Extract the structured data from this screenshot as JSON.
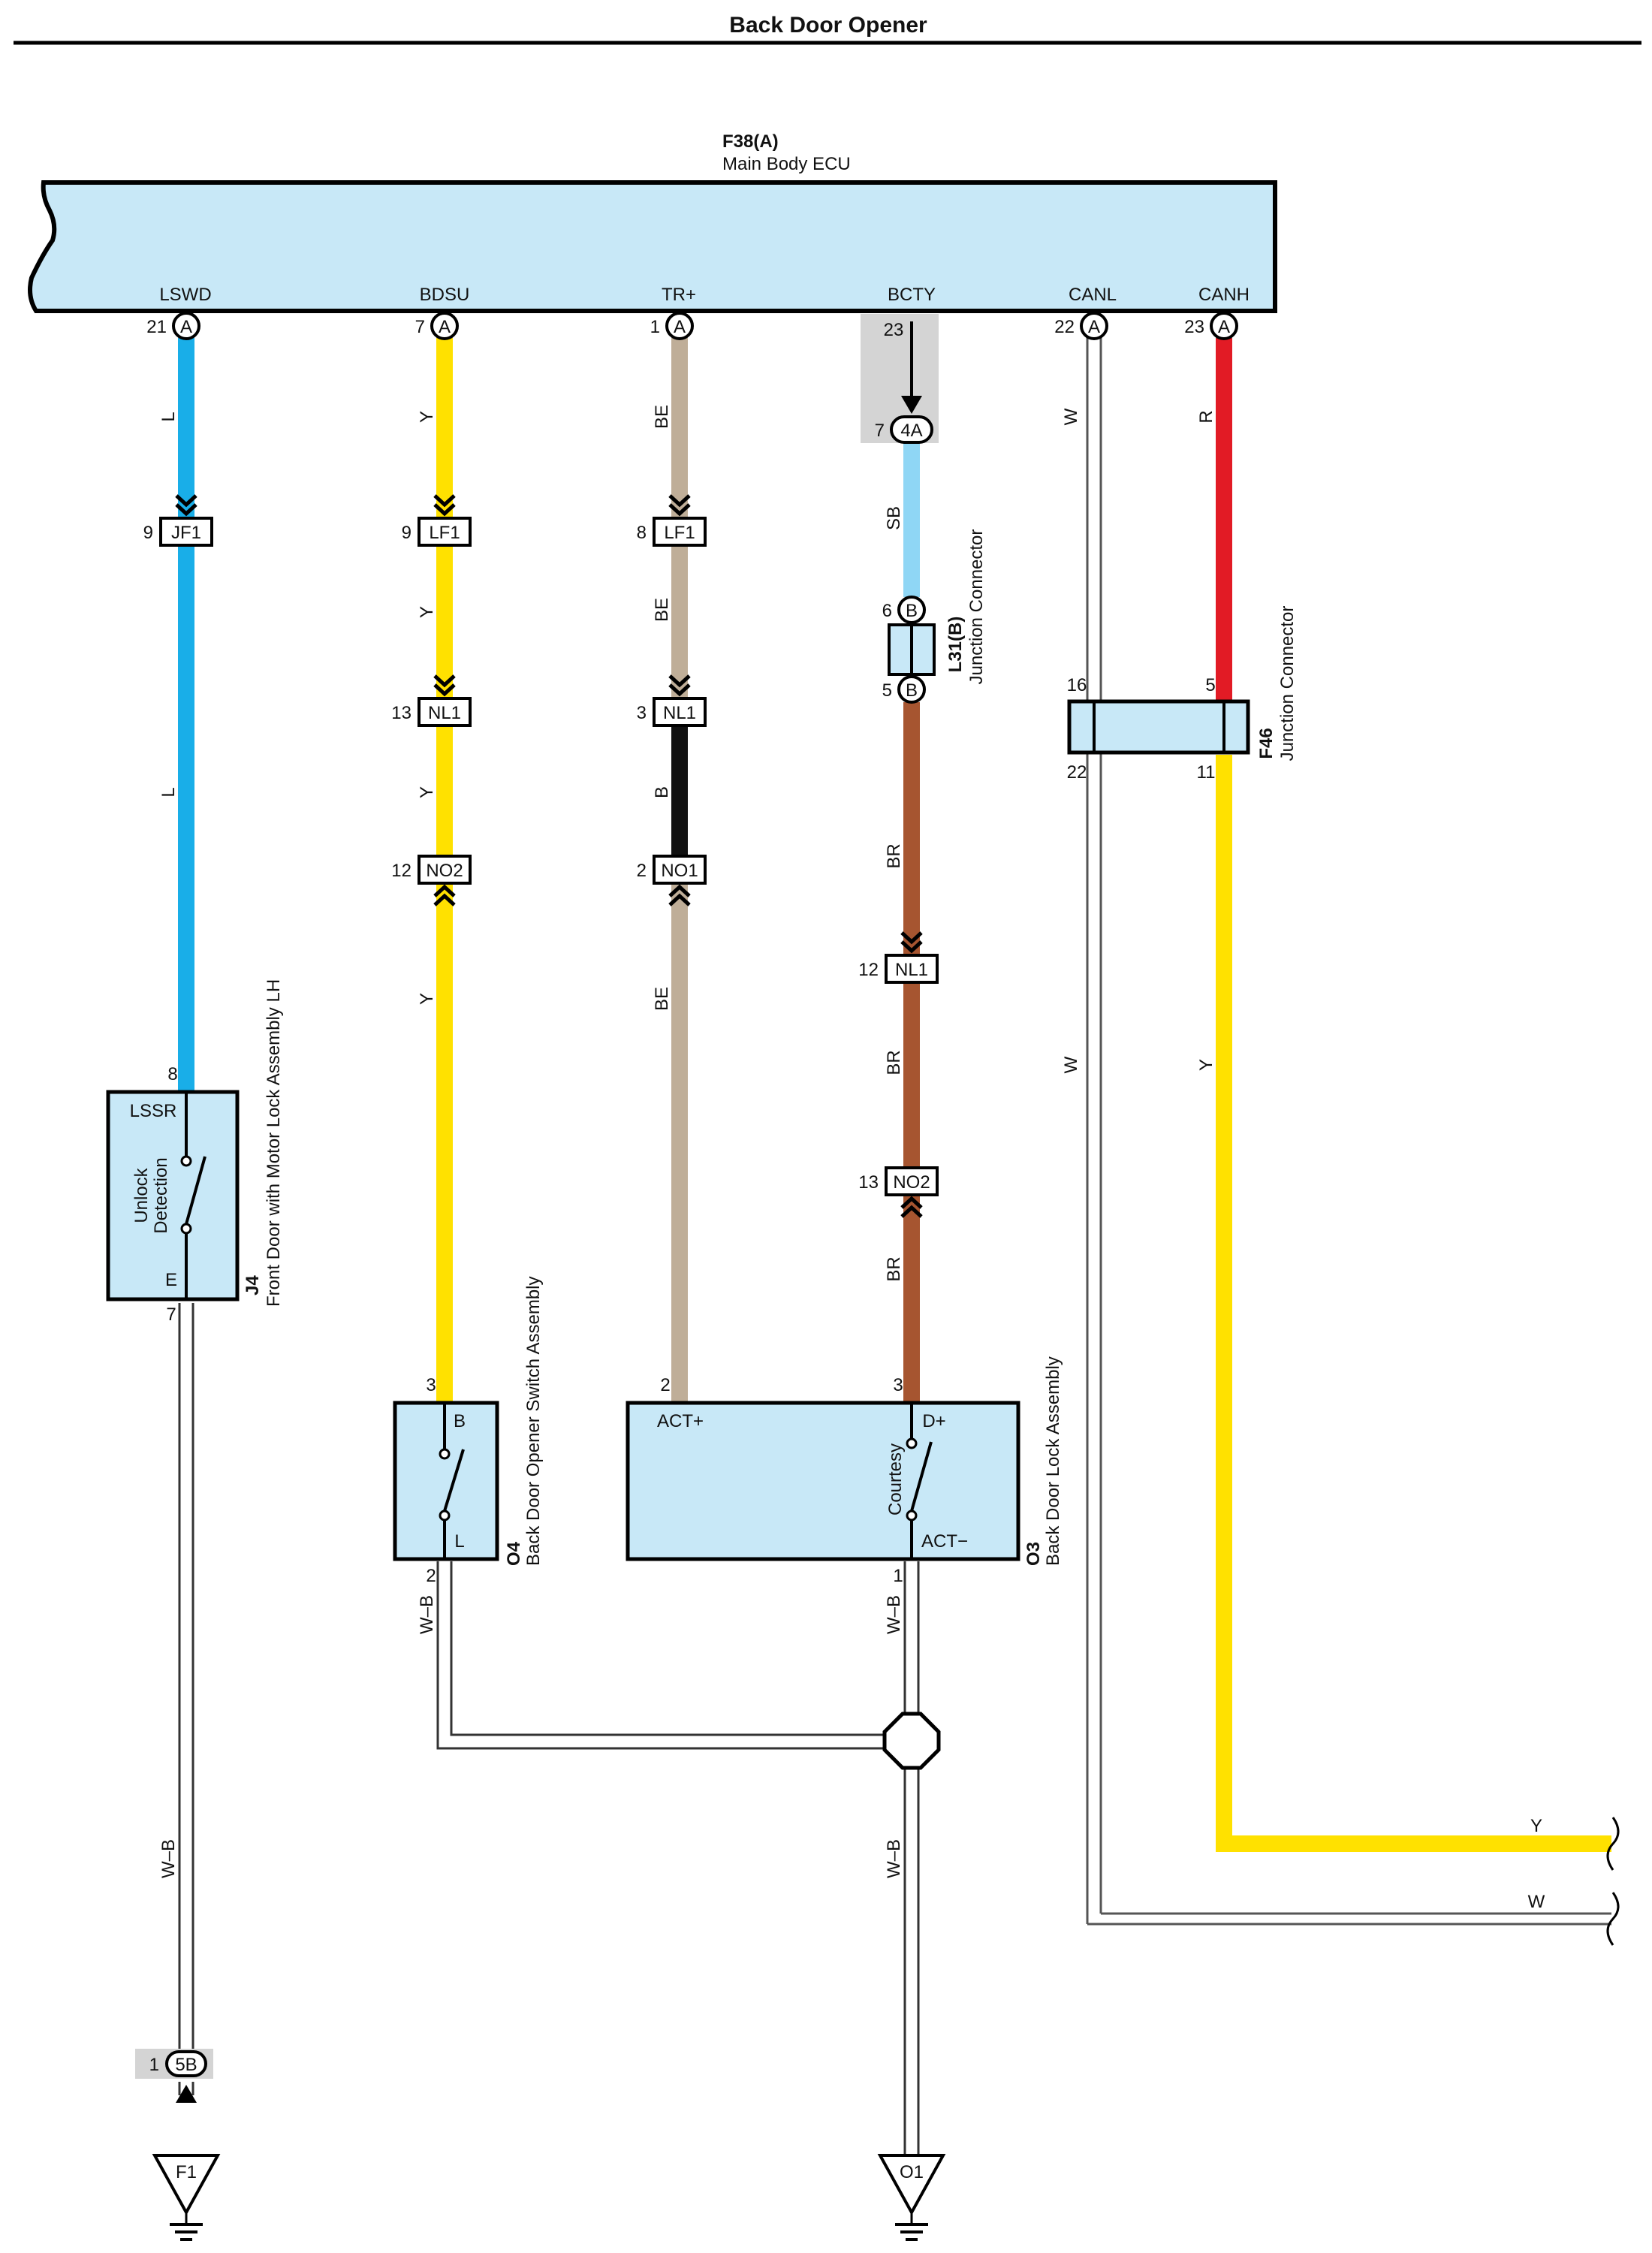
{
  "page": {
    "title": "Back Door Opener"
  },
  "ecu": {
    "code": "F38(A)",
    "name": "Main Body ECU",
    "pins": [
      {
        "label": "LSWD",
        "num": "21",
        "conn": "A"
      },
      {
        "label": "BDSU",
        "num": "7",
        "conn": "A"
      },
      {
        "label": "TR+",
        "num": "1",
        "conn": "A"
      },
      {
        "label": "BCTY",
        "num": "23",
        "conn": ""
      },
      {
        "label": "CANL",
        "num": "22",
        "conn": "A"
      },
      {
        "label": "CANH",
        "num": "23",
        "conn": "A"
      }
    ]
  },
  "wire_labels": {
    "w1": [
      "L",
      "L"
    ],
    "w2": [
      "Y",
      "Y",
      "Y",
      "Y"
    ],
    "w3": [
      "BE",
      "BE",
      "B",
      "BE"
    ],
    "w4": [
      "SB",
      "BR",
      "BR",
      "BR"
    ],
    "w5": [
      "W",
      "W"
    ],
    "w6": [
      "R",
      "Y"
    ],
    "ground_left": "W–B",
    "ground_mid": [
      "W–B",
      "W–B",
      "W–B"
    ],
    "out_y": "Y",
    "out_w": "W"
  },
  "connectors": {
    "jf1": {
      "num": "9",
      "name": "JF1"
    },
    "lf1_a": {
      "num": "9",
      "name": "LF1"
    },
    "lf1_b": {
      "num": "8",
      "name": "LF1"
    },
    "nl1_a": {
      "num": "13",
      "name": "NL1"
    },
    "nl1_b": {
      "num": "3",
      "name": "NL1"
    },
    "nl1_c": {
      "num": "12",
      "name": "NL1"
    },
    "no2_a": {
      "num": "12",
      "name": "NO2"
    },
    "no1": {
      "num": "2",
      "name": "NO1"
    },
    "no2_b": {
      "num": "13",
      "name": "NO2"
    },
    "c4a": {
      "num": "7",
      "name": "4A"
    },
    "c5b": {
      "num": "1",
      "name": "5B"
    },
    "l31_top": {
      "num": "6",
      "conn": "B"
    },
    "l31_bot": {
      "num": "5",
      "conn": "B"
    }
  },
  "components": {
    "l31": {
      "code": "L31(B)",
      "name": "Junction Connector"
    },
    "f46": {
      "code": "F46",
      "name": "Junction Connector",
      "pins": [
        "16",
        "5",
        "22",
        "11"
      ]
    },
    "j4": {
      "code": "J4",
      "name": "Front Door with Motor Lock Assembly LH",
      "pin_top": "8",
      "pin_bot": "7",
      "term_top": "LSSR",
      "term_bot": "E",
      "switch_line1": "Unlock",
      "switch_line2": "Detection"
    },
    "o4": {
      "code": "O4",
      "name": "Back Door Opener Switch Assembly",
      "pin_top": "3",
      "pin_bot": "2",
      "term_top": "B",
      "term_bot": "L"
    },
    "o3": {
      "code": "O3",
      "name": "Back Door Lock Assembly",
      "pin_act": "2",
      "pin_d": "3",
      "pin_bot": "1",
      "term_act_plus": "ACT+",
      "term_d_plus": "D+",
      "term_act_minus": "ACT−",
      "switch": "Courtesy"
    }
  },
  "grounds": {
    "left": "F1",
    "right": "O1"
  },
  "colors": {
    "L": "#19aee8",
    "Y": "#ffe100",
    "BE": "#bfae98",
    "B": "#111111",
    "SB": "#8fd6f5",
    "BR": "#a65530",
    "R": "#e21b25",
    "component_fill": "#c8e8f7",
    "shade": "#d4d4d4"
  }
}
